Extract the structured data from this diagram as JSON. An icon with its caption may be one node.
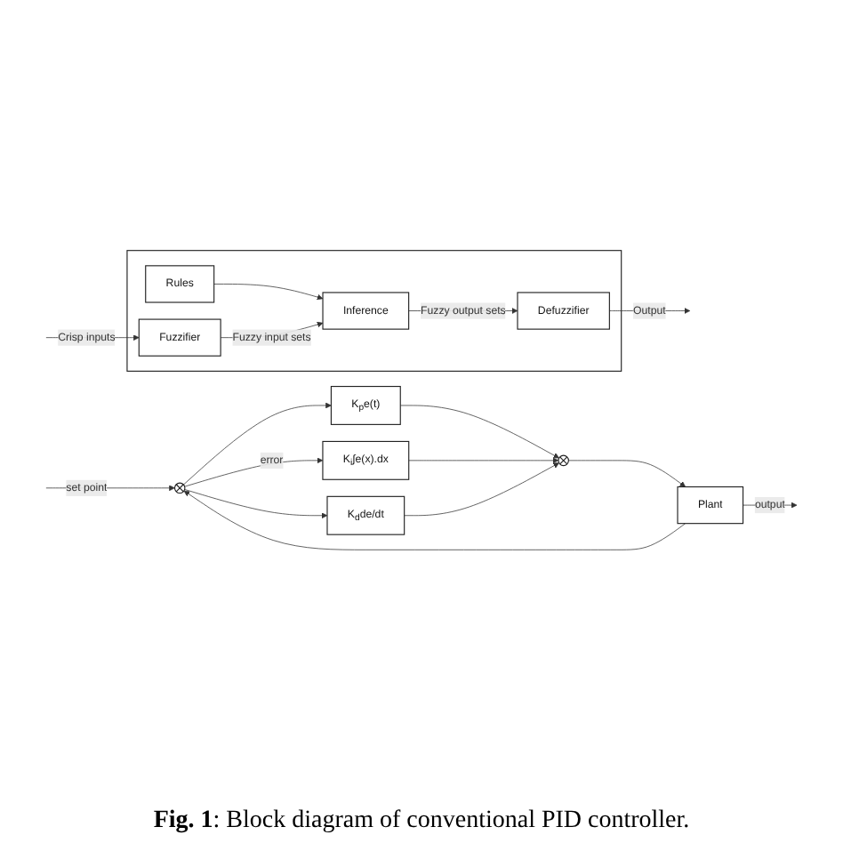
{
  "diagram": {
    "caption": "**Fig. 1**: Block diagram of conventional PID controller.",
    "nodes": [
      {
        "text": [
          "K$_{p}$e(t)"
        ]
      },
      {
        "text": [],
        "shape": "circle"
      },
      {
        "text": [
          "K$_{i}$∫e(x).dx"
        ]
      },
      {
        "text": [],
        "shape": "circle"
      },
      {
        "text": [
          "Plant"
        ]
      },
      {
        "text": [
          "K$_{d}$de/dt"
        ]
      },
      {
        "text": [],
        "shape": "box"
      },
      {
        "text": [
          "Rules"
        ],
        "in": 6
      },
      {
        "text": [
          "Fuzzifier"
        ],
        "in": 6
      },
      {
        "text": [
          "Defuzzifier"
        ],
        "in": 6
      },
      {
        "text": [
          "Inference"
        ],
        "in": 6
      }
    ],
    "edges": [
      {
        "from": null,
        "to": 1,
        "arrow": "to",
        "label": "set point"
      },
      {
        "from": 1,
        "to": 0,
        "arrow": "to"
      },
      {
        "from": 1,
        "to": 2,
        "arrow": "to",
        "label": "error"
      },
      {
        "from": 1,
        "to": 5,
        "arrow": "to"
      },
      {
        "from": 0,
        "to": 3,
        "arrow": "to"
      },
      {
        "from": 2,
        "to": 3,
        "arrow": "to"
      },
      {
        "from": 5,
        "to": 3,
        "arrow": "to"
      },
      {
        "from": 3,
        "to": 4,
        "arrow": "to"
      },
      {
        "from": 4,
        "to": null,
        "arrow": "to",
        "label": "output"
      },
      {
        "from": 4,
        "to": 1,
        "arrow": "to"
      },
      {
        "from": null,
        "to": 8,
        "arrow": "to",
        "label": "Crisp inputs"
      },
      {
        "from": 9,
        "to": null,
        "arrow": "to",
        "label": "Output"
      },
      {
        "from": 7,
        "to": 10,
        "arrow": "to"
      },
      {
        "from": 8,
        "to": 10,
        "arrow": "to",
        "label": "Fuzzy input sets"
      },
      {
        "from": 10,
        "to": 9,
        "arrow": "to",
        "label": "Fuzzy output sets"
      }
    ]
  }
}
